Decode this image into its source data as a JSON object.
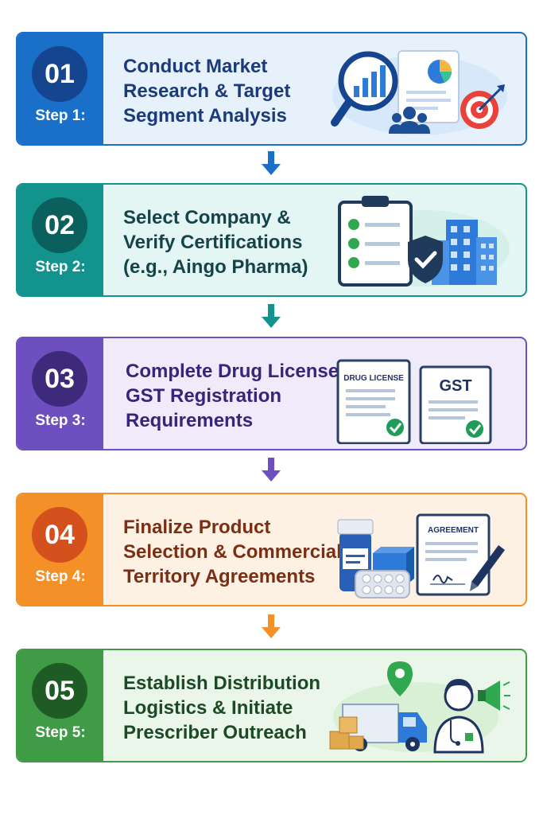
{
  "steps": [
    {
      "number": "01",
      "step_label": "Step 1:",
      "title": "Conduct Market\nResearch & Target\nSegment Analysis",
      "accent": "#1a6fc9",
      "circle": "#15458f",
      "bg": "#e6f1fc",
      "text_color": "#1a3a7a",
      "icons": [
        "magnifier-chart-icon",
        "report-pie-icon",
        "people-icon",
        "target-icon"
      ]
    },
    {
      "number": "02",
      "step_label": "Step 2:",
      "title": "Select Company &\nVerify Certifications\n(e.g., Aingo Pharma)",
      "accent": "#12938e",
      "circle": "#0b5f5c",
      "bg": "#e4f6f3",
      "text_color": "#16434a",
      "icons": [
        "checklist-clipboard-icon",
        "shield-check-icon",
        "building-icon"
      ]
    },
    {
      "number": "03",
      "step_label": "Step 3:",
      "title": "Complete Drug License &\nGST Registration\nRequirements",
      "accent": "#6e4fc0",
      "circle": "#3d2a7a",
      "bg": "#efebfa",
      "text_color": "#35267a",
      "doc_labels": [
        "DRUG LICENSE",
        "GST"
      ],
      "icons": [
        "license-document-icon",
        "gst-document-icon"
      ]
    },
    {
      "number": "04",
      "step_label": "Step 4:",
      "title": "Finalize Product\nSelection & Commercial\nTerritory Agreements",
      "accent": "#f39128",
      "circle": "#d4501c",
      "bg": "#fdf1e4",
      "text_color": "#7a2f14",
      "doc_labels": [
        "AGREEMENT"
      ],
      "icons": [
        "medicine-bottle-icon",
        "pill-blister-icon",
        "agreement-document-icon",
        "pen-icon"
      ]
    },
    {
      "number": "05",
      "step_label": "Step 5:",
      "title": "Establish Distribution\nLogistics & Initiate\nPrescriber Outreach",
      "accent": "#3f9b45",
      "circle": "#1f5c25",
      "bg": "#eaf6e9",
      "text_color": "#1c4a26",
      "icons": [
        "location-pin-icon",
        "delivery-truck-icon",
        "boxes-icon",
        "doctor-icon",
        "megaphone-icon"
      ]
    }
  ],
  "arrow_colors": [
    "#1a6fc9",
    "#12938e",
    "#6e4fc0",
    "#f39128"
  ]
}
